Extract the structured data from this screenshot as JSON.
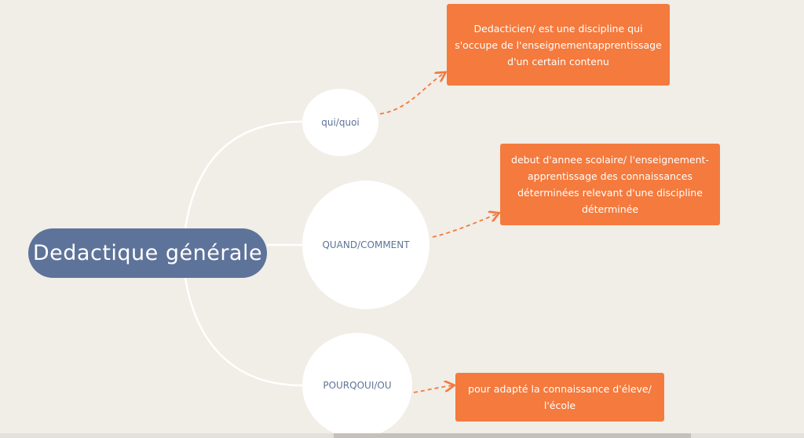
{
  "colors": {
    "background": "#f1ede7",
    "root_fill": "#5e7399",
    "node_fill": "#ffffff",
    "note_fill": "#f47a3d",
    "connector": "#ffffff",
    "dashed_arrow": "#f47a3d"
  },
  "mindmap": {
    "root": {
      "label": "Dedactique générale"
    },
    "branches": [
      {
        "label": "qui/quoi",
        "note": "Dedacticien/ est une discipline qui s'occupe de l'enseignementapprentissage d'un certain contenu"
      },
      {
        "label": "QUAND/COMMENT",
        "note": "debut d'annee scolaire/ l'enseignement- apprentissage des connaissances déterminées relevant d'une discipline déterminée"
      },
      {
        "label": "POURQOUI/OU",
        "note": "pour adapté la connaissance d'éleve/ l'école"
      }
    ]
  }
}
